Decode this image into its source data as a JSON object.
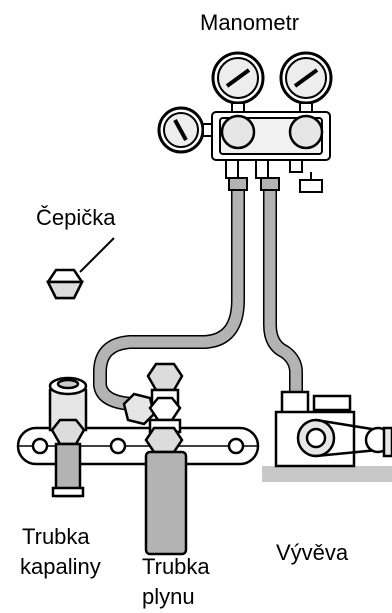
{
  "labels": {
    "manometer": "Manometr",
    "cap": "Čepička",
    "liquid_tube_line1": "Trubka",
    "liquid_tube_line2": "kapaliny",
    "gas_tube_line1": "Trubka",
    "gas_tube_line2": "plynu",
    "vacuum_pump": "Vývěva"
  },
  "colors": {
    "hose": "#b3b3b3",
    "outline": "#000000",
    "fill": "#ffffff",
    "shade": "#d9d9d9",
    "base_plate": "#c8c8c8"
  }
}
